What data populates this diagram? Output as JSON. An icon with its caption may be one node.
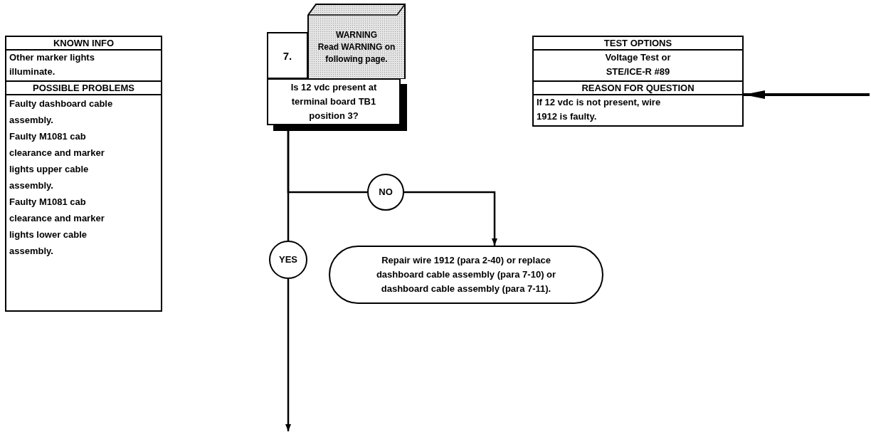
{
  "diagram": {
    "nodes": [
      {
        "text": [
          "KNOWN INFO",
          "Other marker lights illuminate."
        ]
      },
      {
        "text": [
          "POSSIBLE PROBLEMS",
          "Faulty dashboard cable assembly.",
          "Faulty M1081 cab clearance and marker lights upper cable assembly.",
          "Faulty M1081 cab clearance and marker lights lower cable assembly."
        ]
      },
      {
        "text": [
          "7."
        ]
      },
      {
        "text": [
          "WARNING",
          "Read WARNING on following page."
        ]
      },
      {
        "text": [
          "Is 12 vdc present at terminal board TB1 position 3?"
        ]
      },
      {
        "text": [
          "TEST OPTIONS",
          "Voltage Test or STE/ICE-R #89"
        ]
      },
      {
        "text": [
          "REASON FOR QUESTION",
          "If 12 vdc is not present, wire 1912 is faulty."
        ]
      },
      {
        "text": [
          "NO"
        ]
      },
      {
        "text": [
          "YES"
        ]
      },
      {
        "text": [
          "Repair wire 1912 (para 2-40) or replace dashboard cable assembly (para 7-10) or dashboard cable assembly (para 7-11)."
        ]
      }
    ],
    "edges": [
      {
        "from": 4,
        "to": 7,
        "arrow": "none"
      },
      {
        "from": 7,
        "to": 9,
        "arrow": "to"
      },
      {
        "from": 4,
        "to": 8,
        "arrow": "none"
      },
      {
        "from": 8,
        "to": null,
        "arrow": "to"
      },
      {
        "from": null,
        "to": 6,
        "arrow": "to"
      }
    ]
  }
}
